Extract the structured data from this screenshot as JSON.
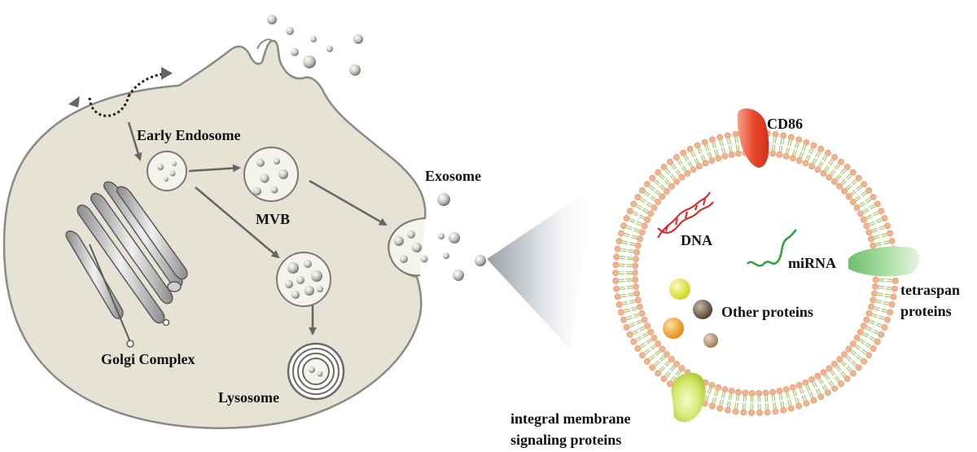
{
  "labels": {
    "early_endosome": "Early Endosome",
    "mvb": "MVB",
    "golgi": "Golgi Complex",
    "lysosome": "Lysosome",
    "exosome": "Exosome",
    "cd86": "CD86",
    "dna": "DNA",
    "mirna": "miRNA",
    "tetraspan_1": "tetraspan",
    "tetraspan_2": "proteins",
    "other_proteins": "Other proteins",
    "integral_1": "integral membrane",
    "integral_2": "signaling proteins"
  },
  "colors": {
    "cell_fill": "#e6e3d5",
    "cell_stroke": "#8a8a86",
    "arrow": "#666666",
    "lipid_head": "#f2b28c",
    "lipid_tail": "#a7c76a",
    "cd86": "#e84a2e",
    "dna": "#dd2020",
    "mirna": "#2aa33a",
    "tetraspan": "#9fd49a",
    "integral": "#d8ea7c",
    "protein_yellow": "#e6ea24",
    "protein_brown": "#6d5a48",
    "protein_orange": "#f2a024",
    "protein_tan": "#b88d66"
  }
}
